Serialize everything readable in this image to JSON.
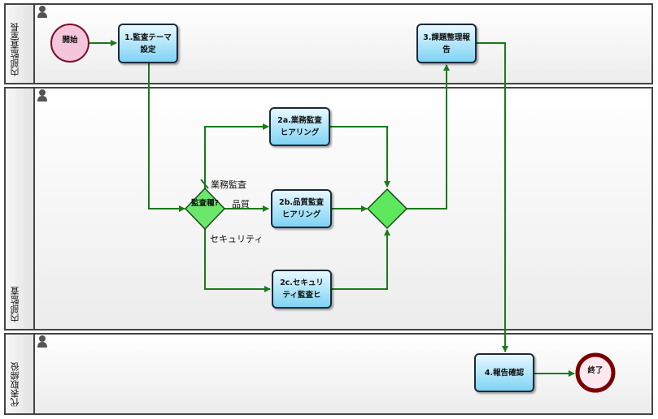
{
  "lanes": [
    {
      "label": "内部監査室長"
    },
    {
      "label": "内部監査"
    },
    {
      "label": "代表取締役"
    }
  ],
  "events": {
    "start": "開始",
    "end": "終了"
  },
  "tasks": {
    "t1": "1.監査テーマ設定",
    "t2a": "2a.業務監査ヒアリング",
    "t2b": "2b.品質監査ヒアリング",
    "t2c": "2c.セキュリティ監査ヒ",
    "t3": "3.課題整理報告",
    "t4": "4.報告確認"
  },
  "gateway": {
    "label": "監査種?"
  },
  "edge_labels": {
    "business": "業務監査",
    "quality": "品質",
    "security": "セキュリティ"
  },
  "colors": {
    "flow": "#1b7a1b",
    "task_fill": "#8fd9f6",
    "gateway_fill": "#5ee85e",
    "start_fill": "#f3c6dc",
    "end_border": "#7a0000"
  }
}
